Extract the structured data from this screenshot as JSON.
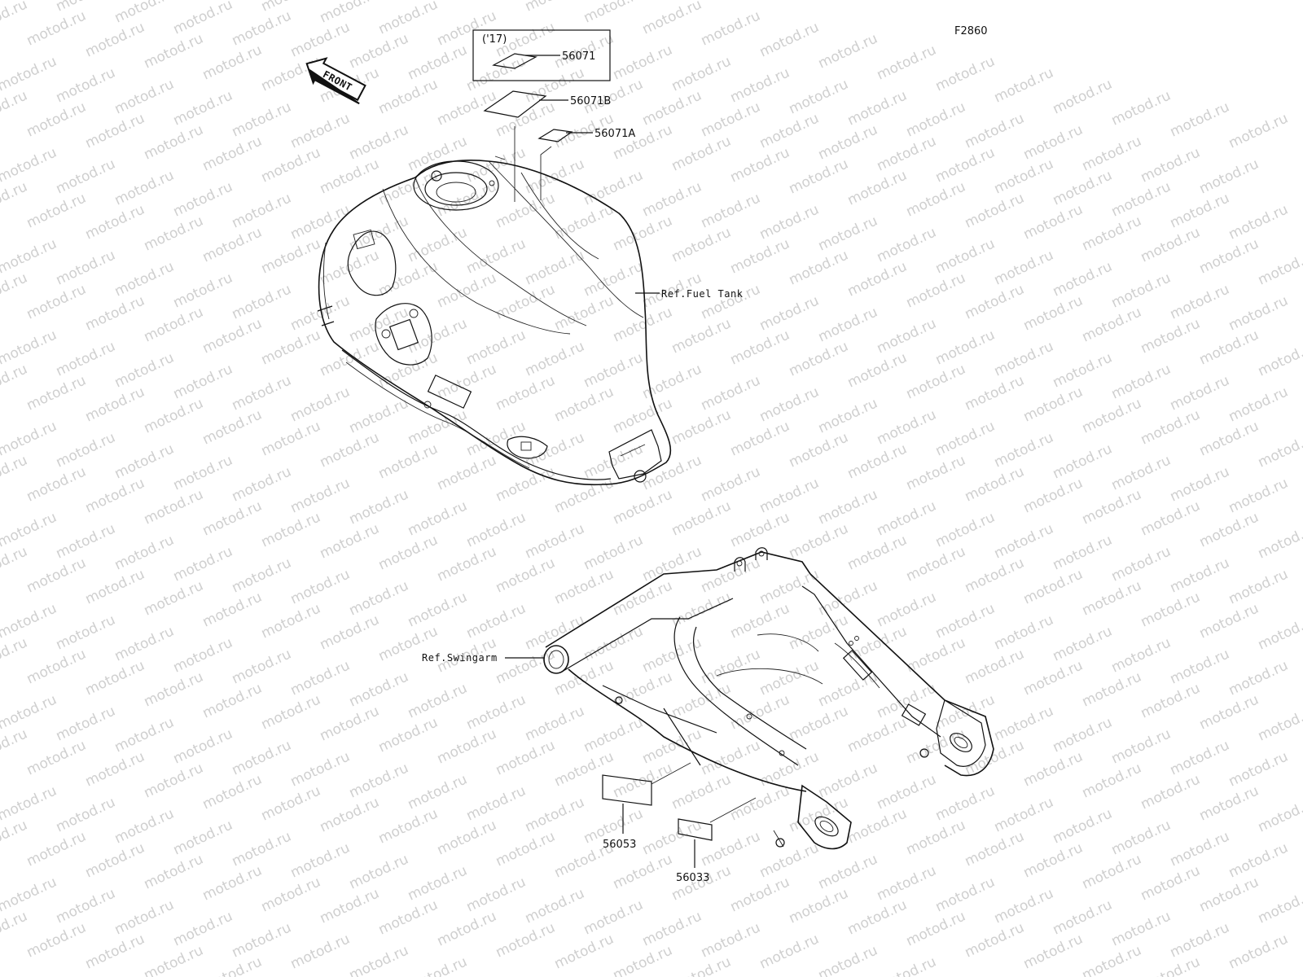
{
  "figure_code": "F2860",
  "watermark": "motod.ru",
  "front_arrow": {
    "label": "FRONT"
  },
  "callouts": {
    "year_box": {
      "label": "('17)",
      "part": "56071"
    },
    "part_56071B": "56071B",
    "part_56071A": "56071A",
    "ref_fuel_tank": "Ref.Fuel Tank",
    "ref_swingarm": "Ref.Swingarm",
    "part_56053": "56053",
    "part_56033": "56033"
  },
  "colors": {
    "line": "#111111",
    "watermark": "#cfcfcf",
    "background": "#ffffff"
  }
}
